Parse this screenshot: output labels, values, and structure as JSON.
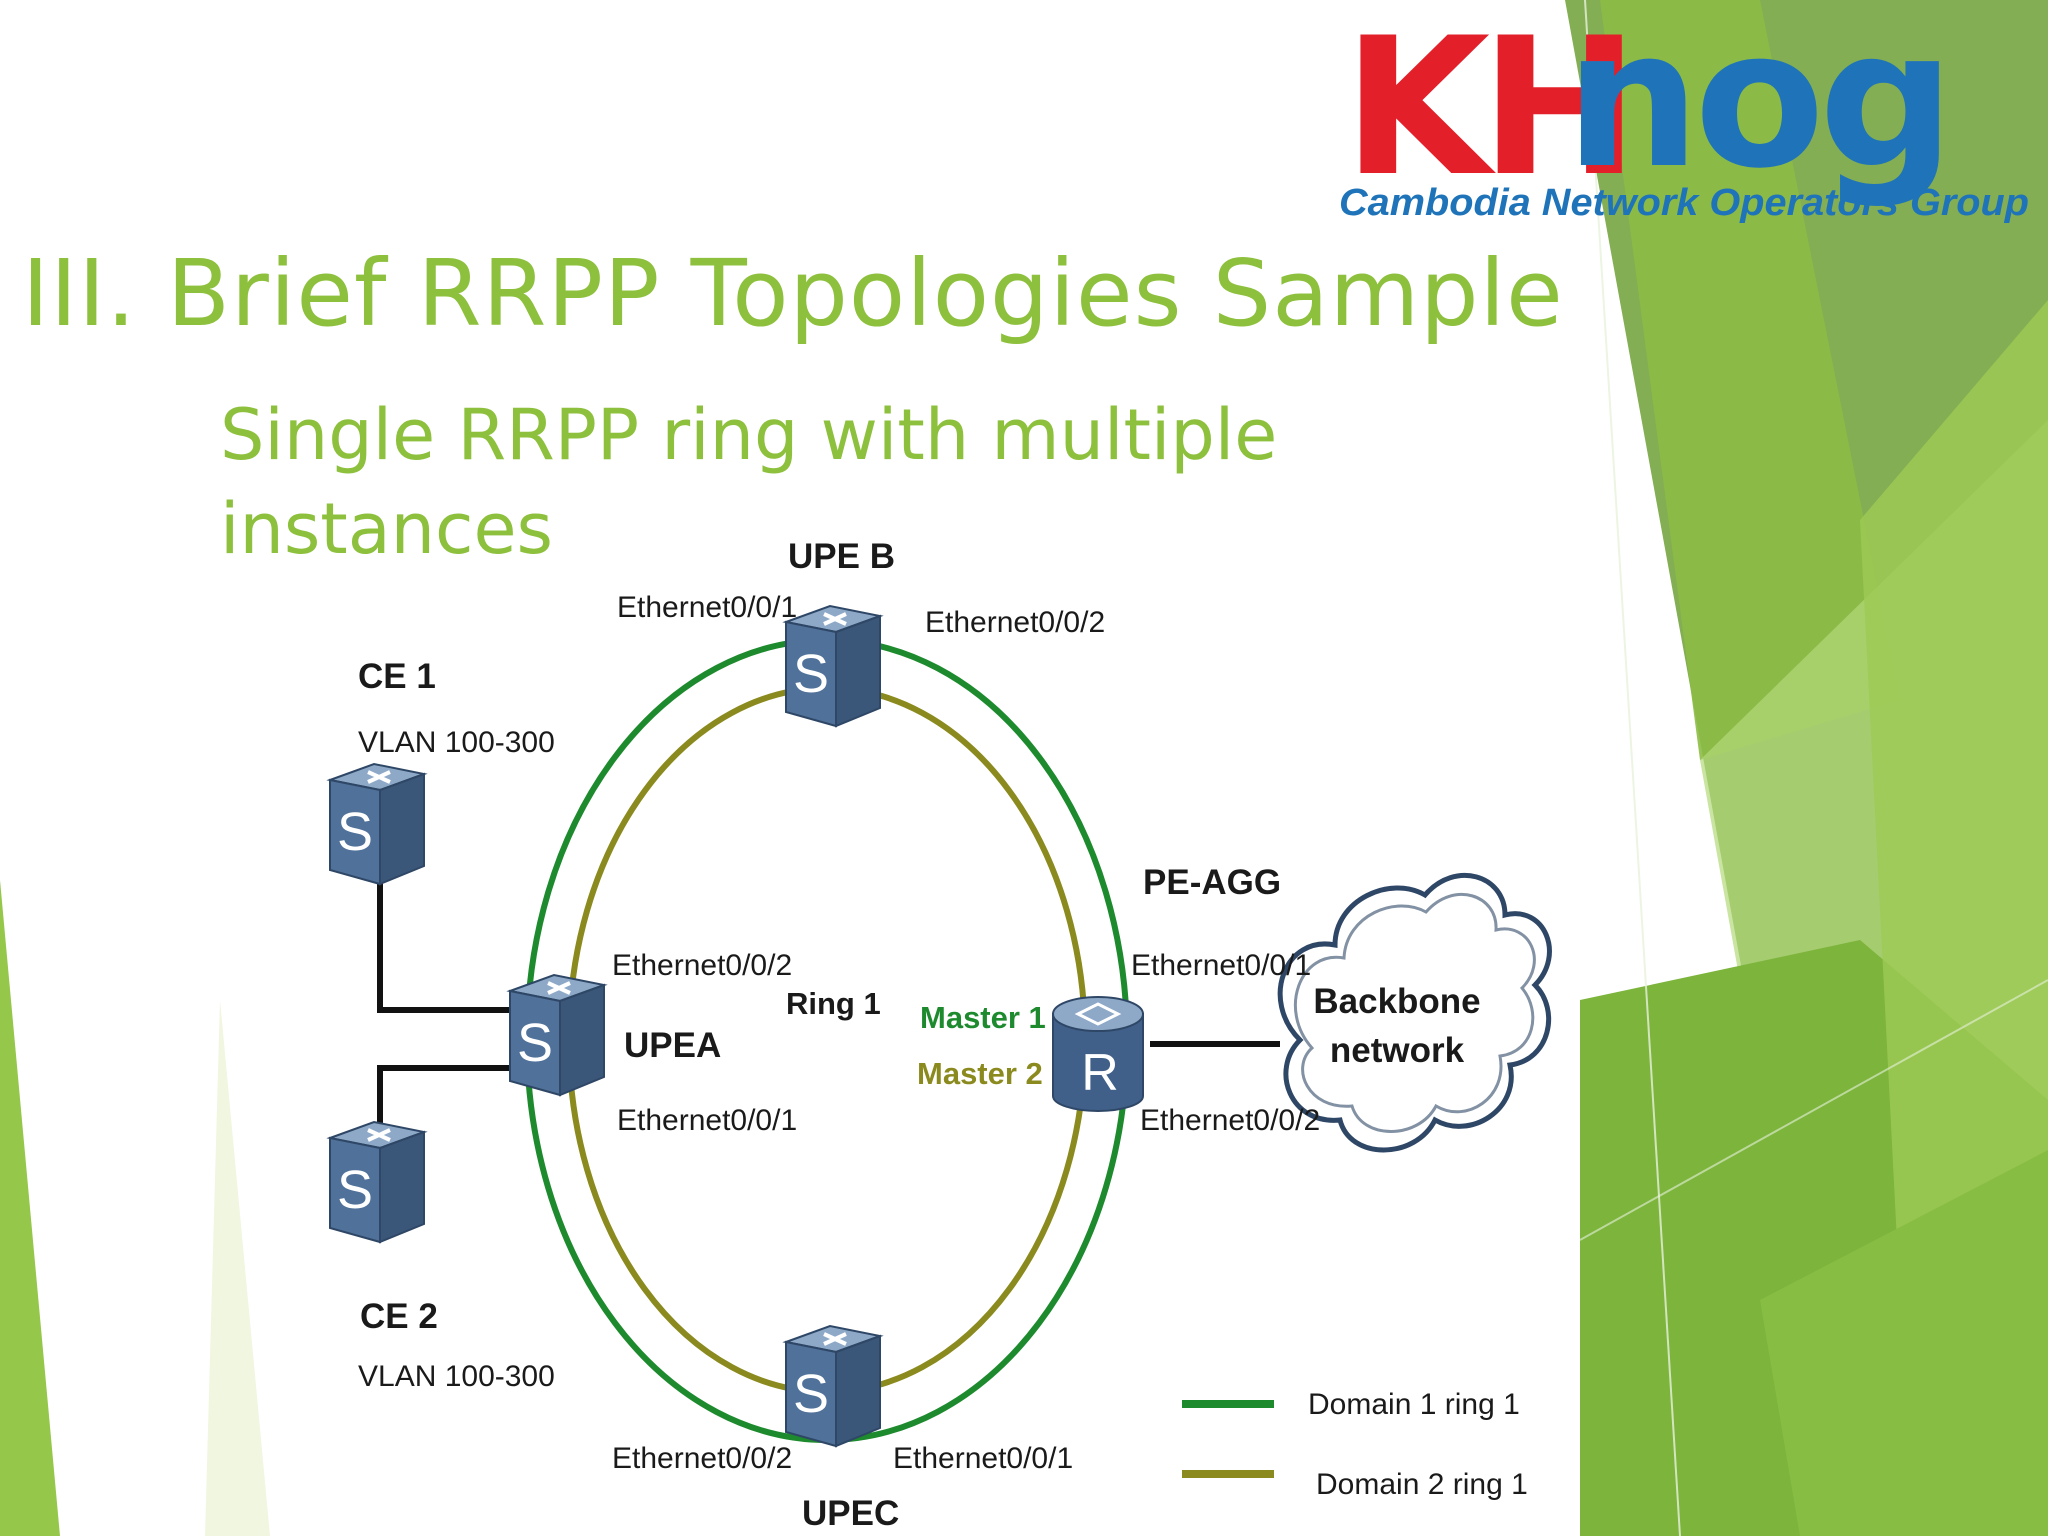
{
  "slide": {
    "title": "III. Brief RRPP Topologies Sample",
    "subtitle": "Single RRPP ring with multiple instances"
  },
  "logo": {
    "kh": "KH",
    "nog": "nog",
    "tagline": "Cambodia Network Operators Group",
    "colors": {
      "kh": "#e3202a",
      "nog": "#1f74b9",
      "tagline": "#1f74b9"
    }
  },
  "diagram": {
    "nodes": {
      "upe_b": {
        "name": "UPE B",
        "port_left": "Ethernet0/0/1",
        "port_right": "Ethernet0/0/2",
        "icon": "switch-icon"
      },
      "upe_a": {
        "name": "UPEA",
        "port_top": "Ethernet0/0/2",
        "port_bottom": "Ethernet0/0/1",
        "icon": "switch-icon"
      },
      "upe_c": {
        "name": "UPEC",
        "port_left": "Ethernet0/0/2",
        "port_right": "Ethernet0/0/1",
        "icon": "switch-icon"
      },
      "pe_agg": {
        "name": "PE-AGG",
        "port_top": "Ethernet0/0/1",
        "port_bottom": "Ethernet0/0/2",
        "icon": "router-icon"
      },
      "ce1": {
        "name": "CE 1",
        "vlan": "VLAN 100-300",
        "icon": "switch-icon"
      },
      "ce2": {
        "name": "CE 2",
        "vlan": "VLAN 100-300",
        "icon": "switch-icon"
      },
      "backbone": {
        "line1": "Backbone",
        "line2": "network",
        "icon": "cloud-icon"
      }
    },
    "ring_label": "Ring 1",
    "master1": "Master 1",
    "master2": "Master 2",
    "legend": [
      {
        "label": "Domain 1 ring 1",
        "color": "#1e8a2e"
      },
      {
        "label": "Domain 2 ring 1",
        "color": "#8b8a1e"
      }
    ]
  },
  "colors": {
    "accent_green": "#8dc03c",
    "ring_domain1": "#1e8a2e",
    "ring_domain2": "#8b8a1e",
    "device_blue": "#4f6f96"
  }
}
